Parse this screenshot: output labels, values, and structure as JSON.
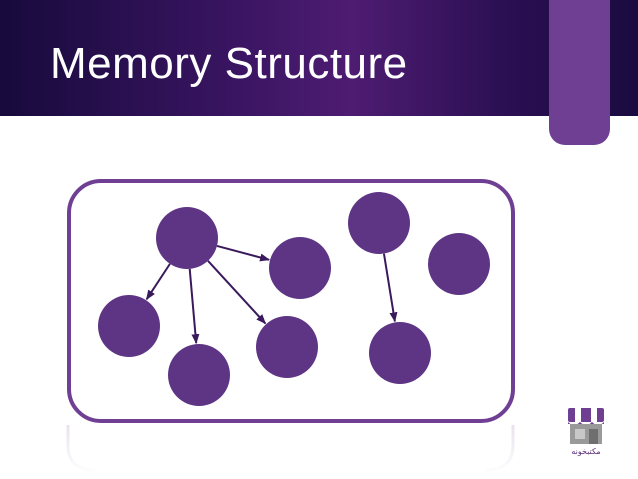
{
  "slide": {
    "title": "Memory Structure"
  },
  "diagram": {
    "node_color": "#5e3585",
    "frame_color": "#6f3f94",
    "nodes": [
      {
        "id": "n1"
      },
      {
        "id": "n2"
      },
      {
        "id": "n3"
      },
      {
        "id": "n4"
      },
      {
        "id": "n5"
      },
      {
        "id": "n6"
      },
      {
        "id": "n7"
      },
      {
        "id": "n8"
      },
      {
        "id": "n9"
      }
    ],
    "edges": [
      {
        "from": "n1",
        "to": "n2"
      },
      {
        "from": "n1",
        "to": "n3"
      },
      {
        "from": "n1",
        "to": "n4"
      },
      {
        "from": "n1",
        "to": "n5"
      },
      {
        "from": "n6",
        "to": "n8"
      }
    ]
  },
  "logo": {
    "caption": "مکتبخونه",
    "icon": "storefront-logo-icon"
  }
}
